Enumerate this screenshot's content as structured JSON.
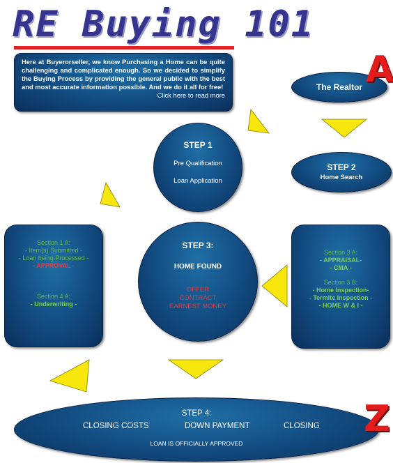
{
  "title": "RE Buying 101",
  "intro": {
    "text": "Here at Buyerorseller, we know Purchasing a Home can be quite challenging and complicated enough. So we decided to simplify the Buying Process by providing the general public with the best and most accurate information possible. And we do it all for free!",
    "link": "Click here to read more"
  },
  "realtor": {
    "label": "The Realtor",
    "letter": "A"
  },
  "step1": {
    "title": "STEP 1",
    "line1": "Pre Qualification",
    "line2": "Loan Application"
  },
  "step2": {
    "title": "STEP 2",
    "subtitle": "Home Search"
  },
  "step3": {
    "title": "STEP 3:",
    "found": "HOME FOUND",
    "line1": "OFFER",
    "line2": "CONTRACT",
    "line3": "EARNEST MONEY"
  },
  "left_box": {
    "s1_title": "Section 1 A:",
    "s1_line1": "- Item(s) Submitted -",
    "s1_line2": "- Loan being Processed  -",
    "s1_line3": "- APPROVAL -",
    "s4_title": "Section 4 A:",
    "s4_line1": "- Underwriting -"
  },
  "right_box": {
    "s3a_title": "Section 3 A:",
    "s3a_line1": "- APPRAISAL-",
    "s3a_line2": "- CMA -",
    "s3b_title": "Section 3 B:",
    "s3b_line1": "- Home Inspection-",
    "s3b_line2": "- Termite Inspection -",
    "s3b_line3": "- HOME W &  I -"
  },
  "step4": {
    "title": "STEP 4:",
    "item1": "CLOSING COSTS",
    "item2": "DOWN PAYMENT",
    "item3": "CLOSING",
    "sub": "LOAN IS OFFICIALLY APPROVED",
    "letter": "Z"
  },
  "colors": {
    "accent_red": "#e51c1c",
    "arrow_yellow": "#f7e70c",
    "box_blue": "#124b80",
    "title_blue": "#35358f",
    "section_green": "#66b84a"
  }
}
